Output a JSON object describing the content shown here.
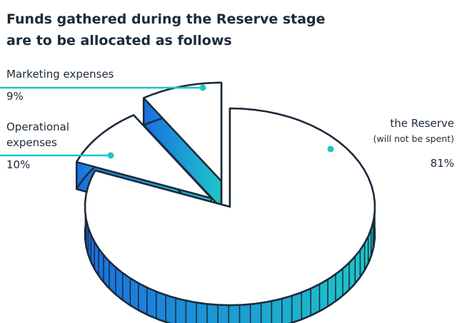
{
  "chart_data": {
    "type": "pie",
    "title_line1": "Funds gathered during the Reserve stage",
    "title_line2": "are to be allocated as follows",
    "slices": [
      {
        "name_line1": "the Reserve",
        "name_line2": "(will not be spent)",
        "value": 81,
        "value_label": "81%"
      },
      {
        "name_line1": "Operational",
        "name_line2": "expenses",
        "value": 10,
        "value_label": "10%"
      },
      {
        "name_line1": "Marketing expenses",
        "value": 9,
        "value_label": "9%"
      }
    ],
    "colors": {
      "accent": "#1ec4c4",
      "side_dark": "#1a78e0",
      "side_light": "#1ec8c8",
      "outline": "#1b2a3a"
    }
  }
}
